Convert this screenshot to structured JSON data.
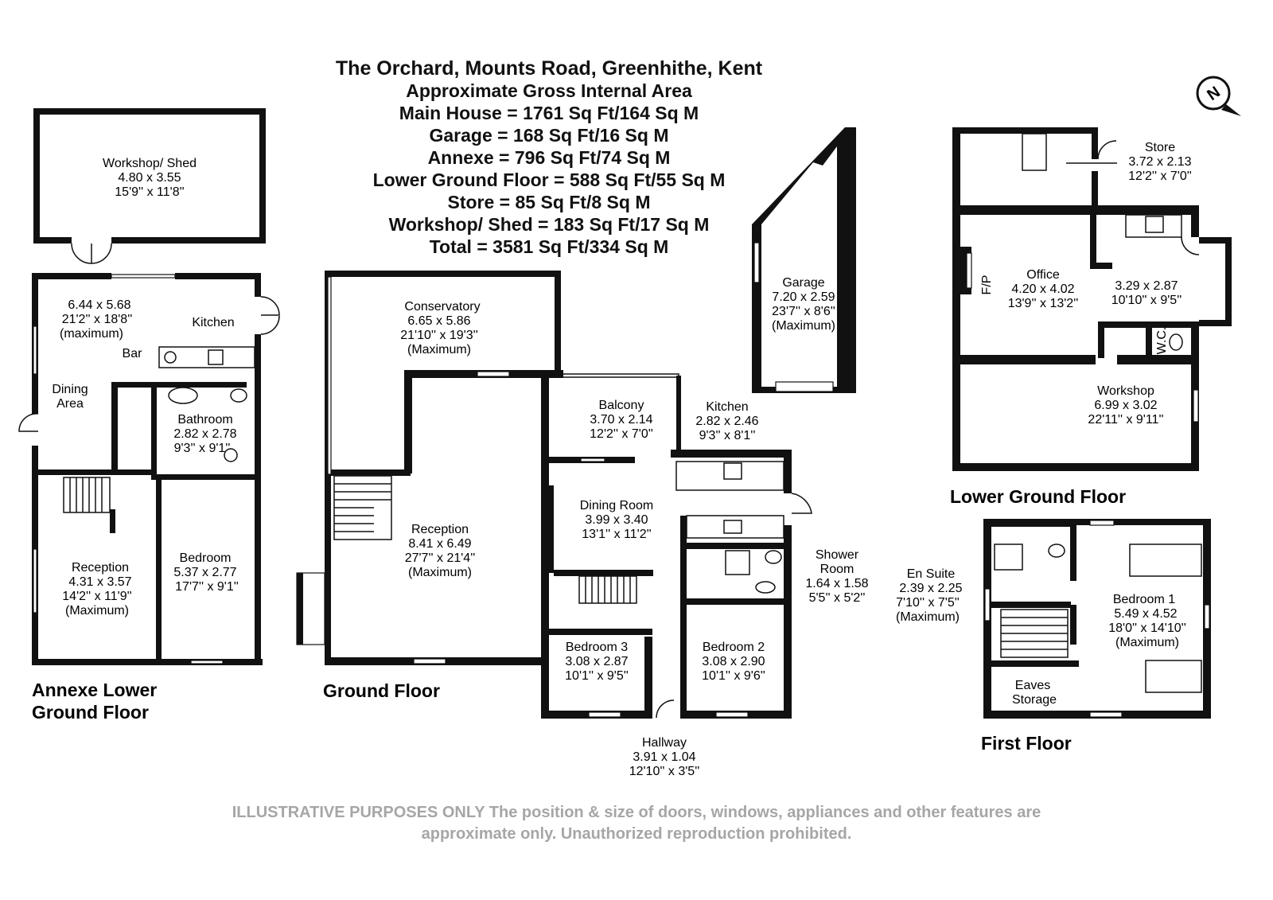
{
  "header": {
    "address": "The Orchard, Mounts Road, Greenhithe, Kent",
    "subtitle": "Approximate Gross Internal Area",
    "areas": [
      "Main House = 1761 Sq Ft/164 Sq M",
      "Garage = 168 Sq Ft/16 Sq M",
      "Annexe = 796 Sq Ft/74 Sq M",
      "Lower Ground Floor = 588 Sq Ft/55 Sq M",
      "Store = 85 Sq Ft/8 Sq M",
      "Workshop/ Shed = 183 Sq Ft/17 Sq M",
      "Total = 3581 Sq Ft/334 Sq M"
    ]
  },
  "compass": {
    "label": "N",
    "icon": "north-compass-icon"
  },
  "floors": {
    "annexe": "Annexe Lower",
    "annexe_2": "Ground Floor",
    "ground": "Ground Floor",
    "lower_ground": "Lower Ground Floor",
    "first": "First Floor"
  },
  "rooms": {
    "workshop_shed": {
      "name": "Workshop/ Shed",
      "metric": "4.80 x 3.55",
      "imperial": "15'9'' x 11'8''"
    },
    "annexe_living": {
      "metric": "6.44 x 5.68",
      "imperial": "21'2'' x 18'8''",
      "note": "(maximum)"
    },
    "annexe_kitchen": {
      "name": "Kitchen"
    },
    "annexe_bar": {
      "name": "Bar"
    },
    "annexe_dining": {
      "name": "Dining",
      "name2": "Area"
    },
    "annexe_bathroom": {
      "name": "Bathroom",
      "metric": "2.82 x 2.78",
      "imperial": "9'3'' x 9'1''"
    },
    "annexe_reception": {
      "name": "Reception",
      "metric": "4.31 x 3.57",
      "imperial": "14'2'' x 11'9''",
      "note": "(Maximum)"
    },
    "annexe_bedroom": {
      "name": "Bedroom",
      "metric": "5.37 x 2.77",
      "imperial": "17'7'' x 9'1''"
    },
    "conservatory": {
      "name": "Conservatory",
      "metric": "6.65 x 5.86",
      "imperial": "21'10'' x 19'3''",
      "note": "(Maximum)"
    },
    "reception": {
      "name": "Reception",
      "metric": "8.41 x 6.49",
      "imperial": "27'7'' x 21'4''",
      "note": "(Maximum)"
    },
    "balcony": {
      "name": "Balcony",
      "metric": "3.70 x 2.14",
      "imperial": "12'2'' x 7'0''"
    },
    "kitchen": {
      "name": "Kitchen",
      "metric": "2.82 x 2.46",
      "imperial": "9'3'' x 8'1''"
    },
    "dining_room": {
      "name": "Dining Room",
      "metric": "3.99 x 3.40",
      "imperial": "13'1'' x 11'2''"
    },
    "shower_room": {
      "name": "Shower",
      "name2": "Room",
      "metric": "1.64 x 1.58",
      "imperial": "5'5'' x 5'2''"
    },
    "bedroom3": {
      "name": "Bedroom 3",
      "metric": "3.08 x 2.87",
      "imperial": "10'1'' x 9'5''"
    },
    "bedroom2": {
      "name": "Bedroom 2",
      "metric": "3.08 x 2.90",
      "imperial": "10'1'' x 9'6''"
    },
    "hallway": {
      "name": "Hallway",
      "metric": "3.91 x 1.04",
      "imperial": "12'10'' x 3'5''"
    },
    "garage": {
      "name": "Garage",
      "metric": "7.20 x 2.59",
      "imperial": "23'7'' x 8'6''",
      "note": "(Maximum)"
    },
    "store": {
      "name": "Store",
      "metric": "3.72 x 2.13",
      "imperial": "12'2'' x 7'0''"
    },
    "office": {
      "name": "Office",
      "metric": "4.20 x 4.02",
      "imperial": "13'9'' x 13'2''",
      "fp": "F/P"
    },
    "lg_room": {
      "metric": "3.29 x 2.87",
      "imperial": "10'10'' x 9'5''",
      "wc": "W.C."
    },
    "workshop": {
      "name": "Workshop",
      "metric": "6.99 x 3.02",
      "imperial": "22'11'' x 9'11''"
    },
    "en_suite": {
      "name": "En Suite",
      "metric": "2.39 x 2.25",
      "imperial": "7'10'' x 7'5''",
      "note": "(Maximum)"
    },
    "bedroom1": {
      "name": "Bedroom 1",
      "metric": "5.49 x 4.52",
      "imperial": "18'0'' x 14'10''",
      "note": "(Maximum)"
    },
    "eaves": {
      "name": "Eaves",
      "name2": "Storage"
    }
  },
  "disclaimer": {
    "line1": "ILLUSTRATIVE PURPOSES ONLY  The position & size of doors, windows, appliances and other features are",
    "line2": "approximate only. Unauthorized reproduction prohibited."
  }
}
